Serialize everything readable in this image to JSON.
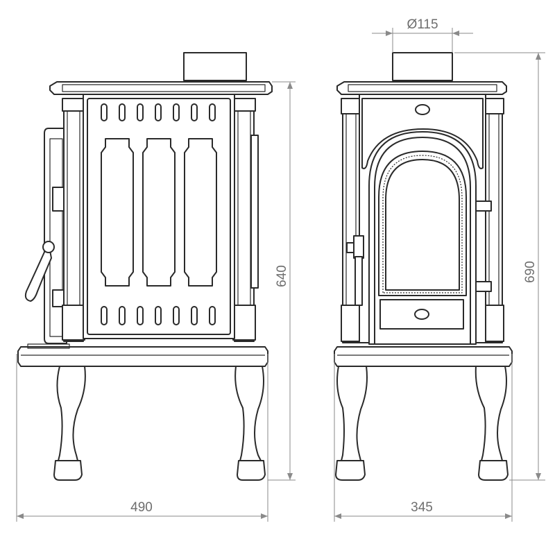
{
  "dimensions": {
    "width_side": "490",
    "width_front": "345",
    "height_side": "640",
    "height_front": "690",
    "flue_diameter": "Ø115"
  },
  "colors": {
    "line": "#2a2a2a",
    "dimension": "#8a8a8a",
    "background": "#ffffff"
  }
}
